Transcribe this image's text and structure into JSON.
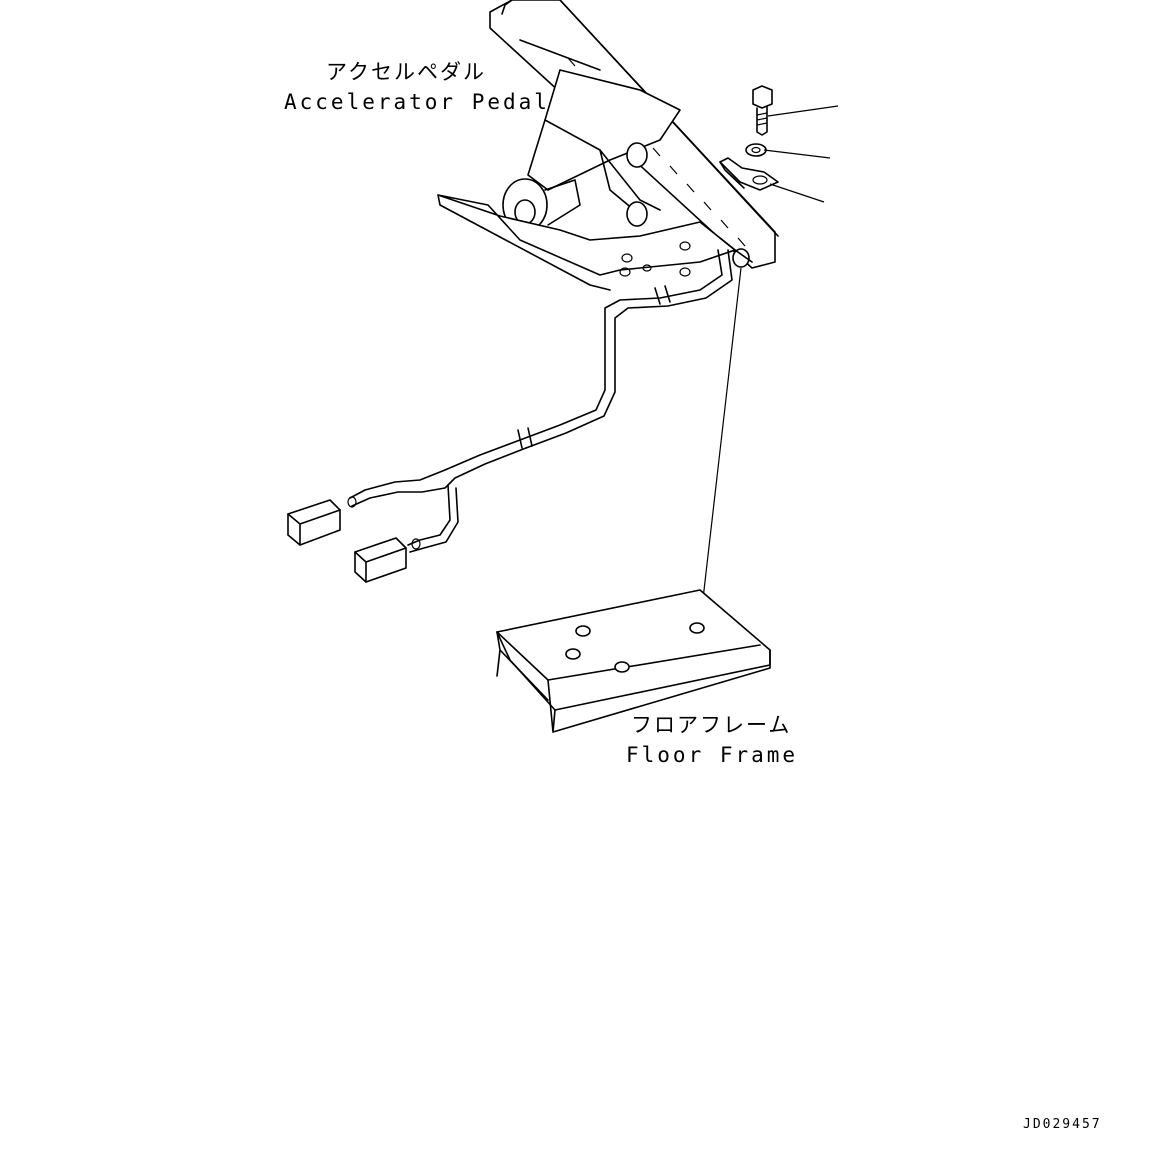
{
  "labels": {
    "accelerator_pedal_jp": "アクセルペダル",
    "accelerator_pedal_en": "Accelerator Pedal",
    "floor_frame_jp": "フロアフレーム",
    "floor_frame_en": "Floor Frame",
    "drawing_code": "JD029457"
  },
  "colors": {
    "line": "#000000",
    "background": "#ffffff"
  }
}
